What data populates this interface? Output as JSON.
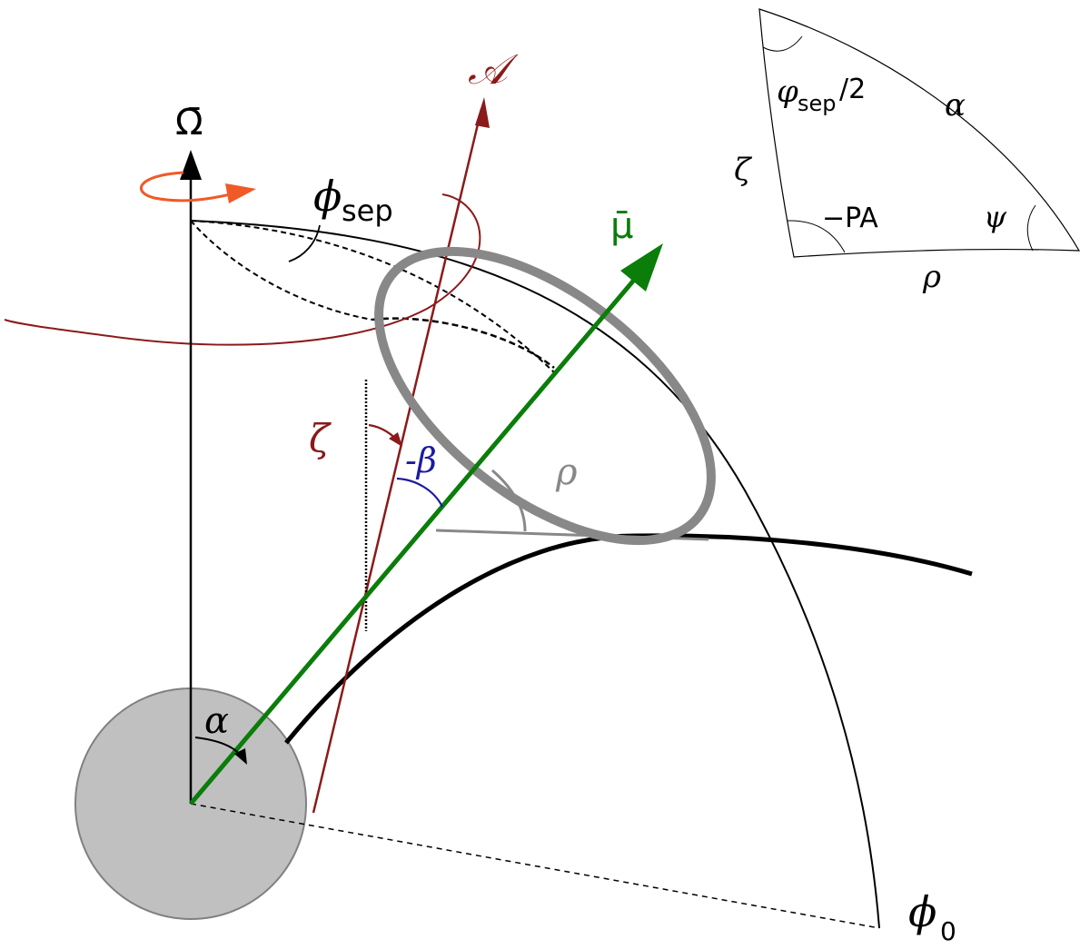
{
  "labels": {
    "omega_bar": "Ω̄",
    "phi_sep": "ϕ",
    "phi_sep_sub": "sep",
    "script_a": "𝒜",
    "mu_bar": "μ̄",
    "zeta": "ζ",
    "minus_beta": "-β",
    "rho": "ρ",
    "alpha": "α",
    "phi_zero": "ϕ",
    "phi_zero_sub": "0"
  },
  "inset": {
    "varphi": "φ",
    "varphi_sub": "sep",
    "half": "/2",
    "alpha": "α",
    "zeta": "ζ",
    "minus_pa": "−PA",
    "psi": "ψ",
    "rho": "ρ"
  },
  "colors": {
    "spin_axis": "#000000",
    "rotation_arrow": "#f05a28",
    "line_of_sight": "#8b1a1a",
    "magnetic_axis": "#0a7d0a",
    "beta_arc": "#1a1aa0",
    "emission_cone": "#888888",
    "star_fill": "#c0c0c0",
    "star_stroke": "#808080"
  }
}
